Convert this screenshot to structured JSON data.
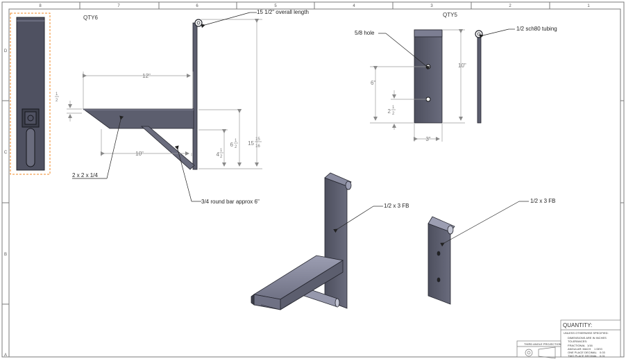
{
  "drawing": {
    "zone_columns": [
      "8",
      "7",
      "6",
      "5",
      "4",
      "3",
      "2",
      "1"
    ],
    "zone_rows": [
      "D",
      "C",
      "B",
      "A"
    ],
    "colors": {
      "part_fill": "#5c5e6e",
      "part_light": "#8a8ca0",
      "part_edge": "#23242c",
      "dimension_line": "#9a9a9a",
      "border": "#7a7a7a",
      "selection_box": "#f08a24",
      "leader_text": "#222222"
    }
  },
  "left_part": {
    "qty": "QTY6",
    "overall_length": "15 1/2\" overall length",
    "dim_arm_length": "12\"",
    "dim_brace_length": "10\"",
    "dim_thickness_whole": "",
    "dim_thickness_num": "1",
    "dim_thickness_den": "2",
    "dim_height_whole": "6",
    "dim_height_num": "1",
    "dim_height_den": "2",
    "dim_overall_whole": "15",
    "dim_overall_num": "15",
    "dim_overall_den": "16",
    "dim_lower_whole": "4",
    "dim_lower_num": "1",
    "dim_lower_den": "2",
    "angle_label": "2 x 2 x 1/4",
    "round_bar_label": "3/4 round bar approx 6\""
  },
  "right_part": {
    "qty": "QTY5",
    "hole_label": "5/8 hole",
    "tubing_label": "1/2 sch80 tubing",
    "dim_height": "10\"",
    "dim_hole_offset": "6\"",
    "dim_bottom_whole": "2",
    "dim_bottom_num": "1",
    "dim_bottom_den": "2",
    "dim_width": "3\""
  },
  "iso_views": {
    "bracket_label": "1/2 x 3 FB",
    "plate_label": "1/2 x 3 FB"
  },
  "title_block": {
    "quantity_label": "QUANTITY:",
    "unless_label": "UNLESS OTHERWISE SPECIFIED:",
    "dimensions_label": "DIMENSIONS ARE IN INCHES",
    "tolerances_label": "TOLERANCES:",
    "fractional_label": "FRACTIONAL",
    "fractional_value": "1/16",
    "angular_label": "ANGULAR: MACH",
    "angular_value": "1 DEG",
    "one_place_label": "ONE PLACE DECIMAL",
    "one_place_value": "0.03",
    "two_place_label": "TWO PLACE DECIMAL",
    "two_place_value": "0.01",
    "projection_label": "THIRD ANGLE PROJECTION"
  }
}
